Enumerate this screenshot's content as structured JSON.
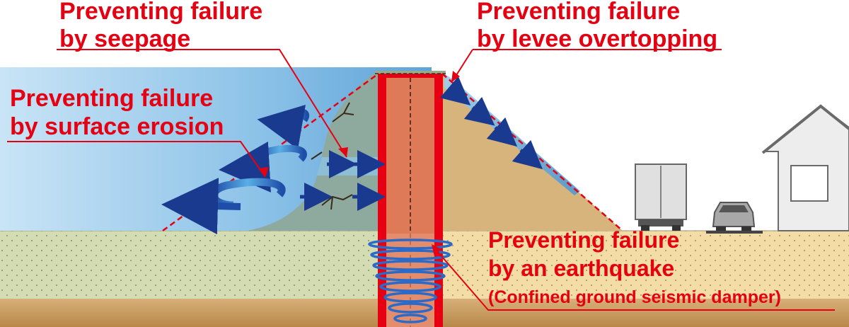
{
  "labels": {
    "seepage": {
      "line1": "Preventing failure",
      "line2": "by seepage"
    },
    "overtopping": {
      "line1": "Preventing failure",
      "line2": "by levee overtopping"
    },
    "erosion": {
      "line1": "Preventing failure",
      "line2": "by surface erosion"
    },
    "earthquake": {
      "line1": "Preventing failure",
      "line2": "by an earthquake",
      "line3": "(Confined ground seismic damper)"
    }
  },
  "colors": {
    "label_red": "#e50012",
    "water_blue": "#6fb0e0",
    "levee_sand": "#d6b47c",
    "wall_red": "#e60012",
    "wall_core": "#de7a57",
    "arrow_navy": "#1a3a8f",
    "ground_green": "#d4dcb4",
    "ground_sand": "#f4dca6",
    "base_tan": "#c89a5e"
  },
  "icons": [
    "house-icon",
    "truck-icon",
    "car-icon",
    "swirl-arrow-icon",
    "seepage-arrow-icon",
    "coil-spring-icon"
  ]
}
